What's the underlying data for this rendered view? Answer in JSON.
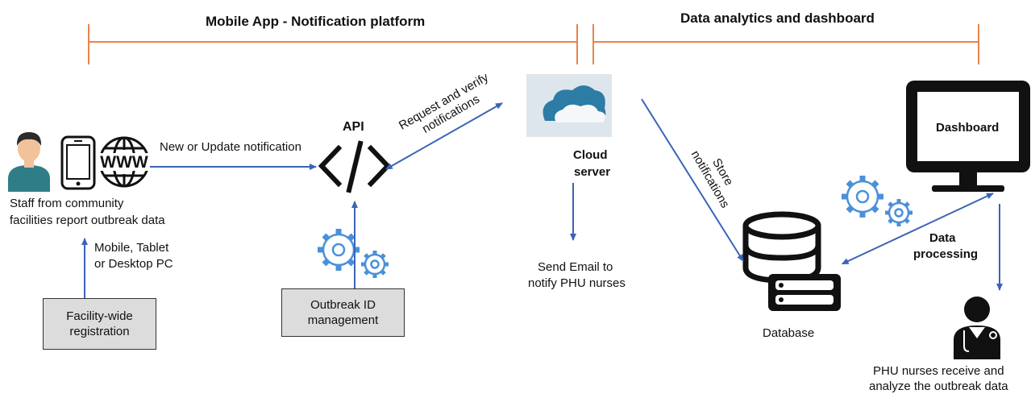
{
  "sections": {
    "left_title": "Mobile App - Notification platform",
    "right_title": "Data analytics and dashboard"
  },
  "labels": {
    "staff": "Staff from community facilities report outbreak data",
    "staff_line1": "Staff from community",
    "staff_line2": "facilities report outbreak data",
    "new_update": "New or Update notification",
    "mobile_line1": "Mobile, Tablet",
    "mobile_line2": "or Desktop PC",
    "facility_box": "Facility-wide\nregistration",
    "api": "API",
    "outbreak_box": "Outbreak ID\nmanagement",
    "request_line1": "Request and verify",
    "request_line2": "notifications",
    "cloud_line1": "Cloud",
    "cloud_line2": "server",
    "email_line1": "Send Email to",
    "email_line2": "notify PHU nurses",
    "store_line1": "Store",
    "store_line2": "notifications",
    "database": "Database",
    "data_proc_line1": "Data",
    "data_proc_line2": "processing",
    "dashboard": "Dashboard",
    "phu_line1": "PHU nurses receive and",
    "phu_line2": "analyze the outbreak data"
  },
  "icons": {
    "www_text": "WWW"
  },
  "colors": {
    "bracket": "#e8844a",
    "arrow": "#3b64b6",
    "gear": "#4a90d9",
    "box_fill": "#dcdcdc"
  }
}
